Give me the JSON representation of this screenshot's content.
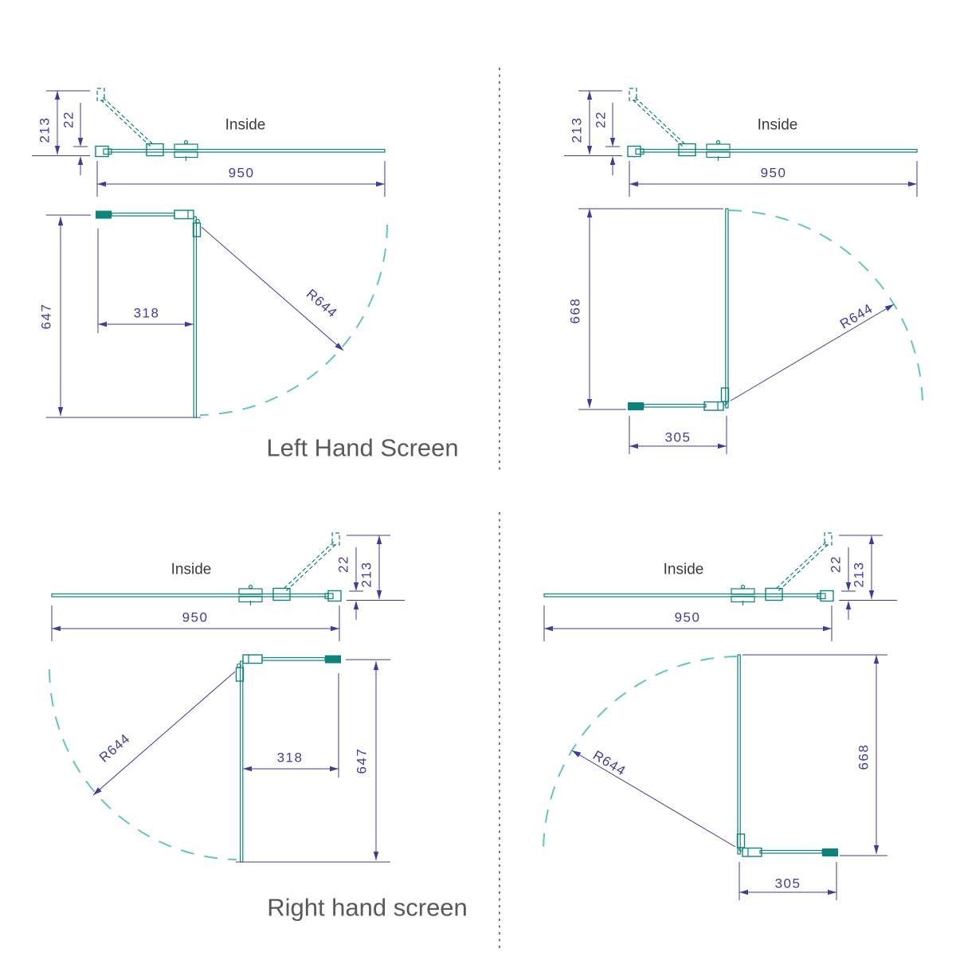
{
  "colors": {
    "drawing": "#0e8379",
    "swing_arc": "#63c6bd",
    "dimension": "#3d3d9e",
    "caption": "#595959",
    "inside": "#3a3a3a",
    "divider": "#2e2e2e",
    "background": "#ffffff"
  },
  "screens": [
    {
      "title": "Left Hand Screen",
      "diagrams": [
        {
          "inside_label": "Inside",
          "width": "950",
          "bracket_offset": "213",
          "glass_gap": "22",
          "depth": "647",
          "door_width": "318",
          "swing_radius": "R644"
        },
        {
          "inside_label": "Inside",
          "width": "950",
          "bracket_offset": "213",
          "glass_gap": "22",
          "depth": "668",
          "door_width": "305",
          "swing_radius": "R644"
        }
      ]
    },
    {
      "title": "Right hand screen",
      "diagrams": [
        {
          "inside_label": "Inside",
          "width": "950",
          "bracket_offset": "213",
          "glass_gap": "22",
          "depth": "647",
          "door_width": "318",
          "swing_radius": "R644"
        },
        {
          "inside_label": "Inside",
          "width": "950",
          "bracket_offset": "213",
          "glass_gap": "22",
          "depth": "668",
          "door_width": "305",
          "swing_radius": "R644"
        }
      ]
    }
  ]
}
